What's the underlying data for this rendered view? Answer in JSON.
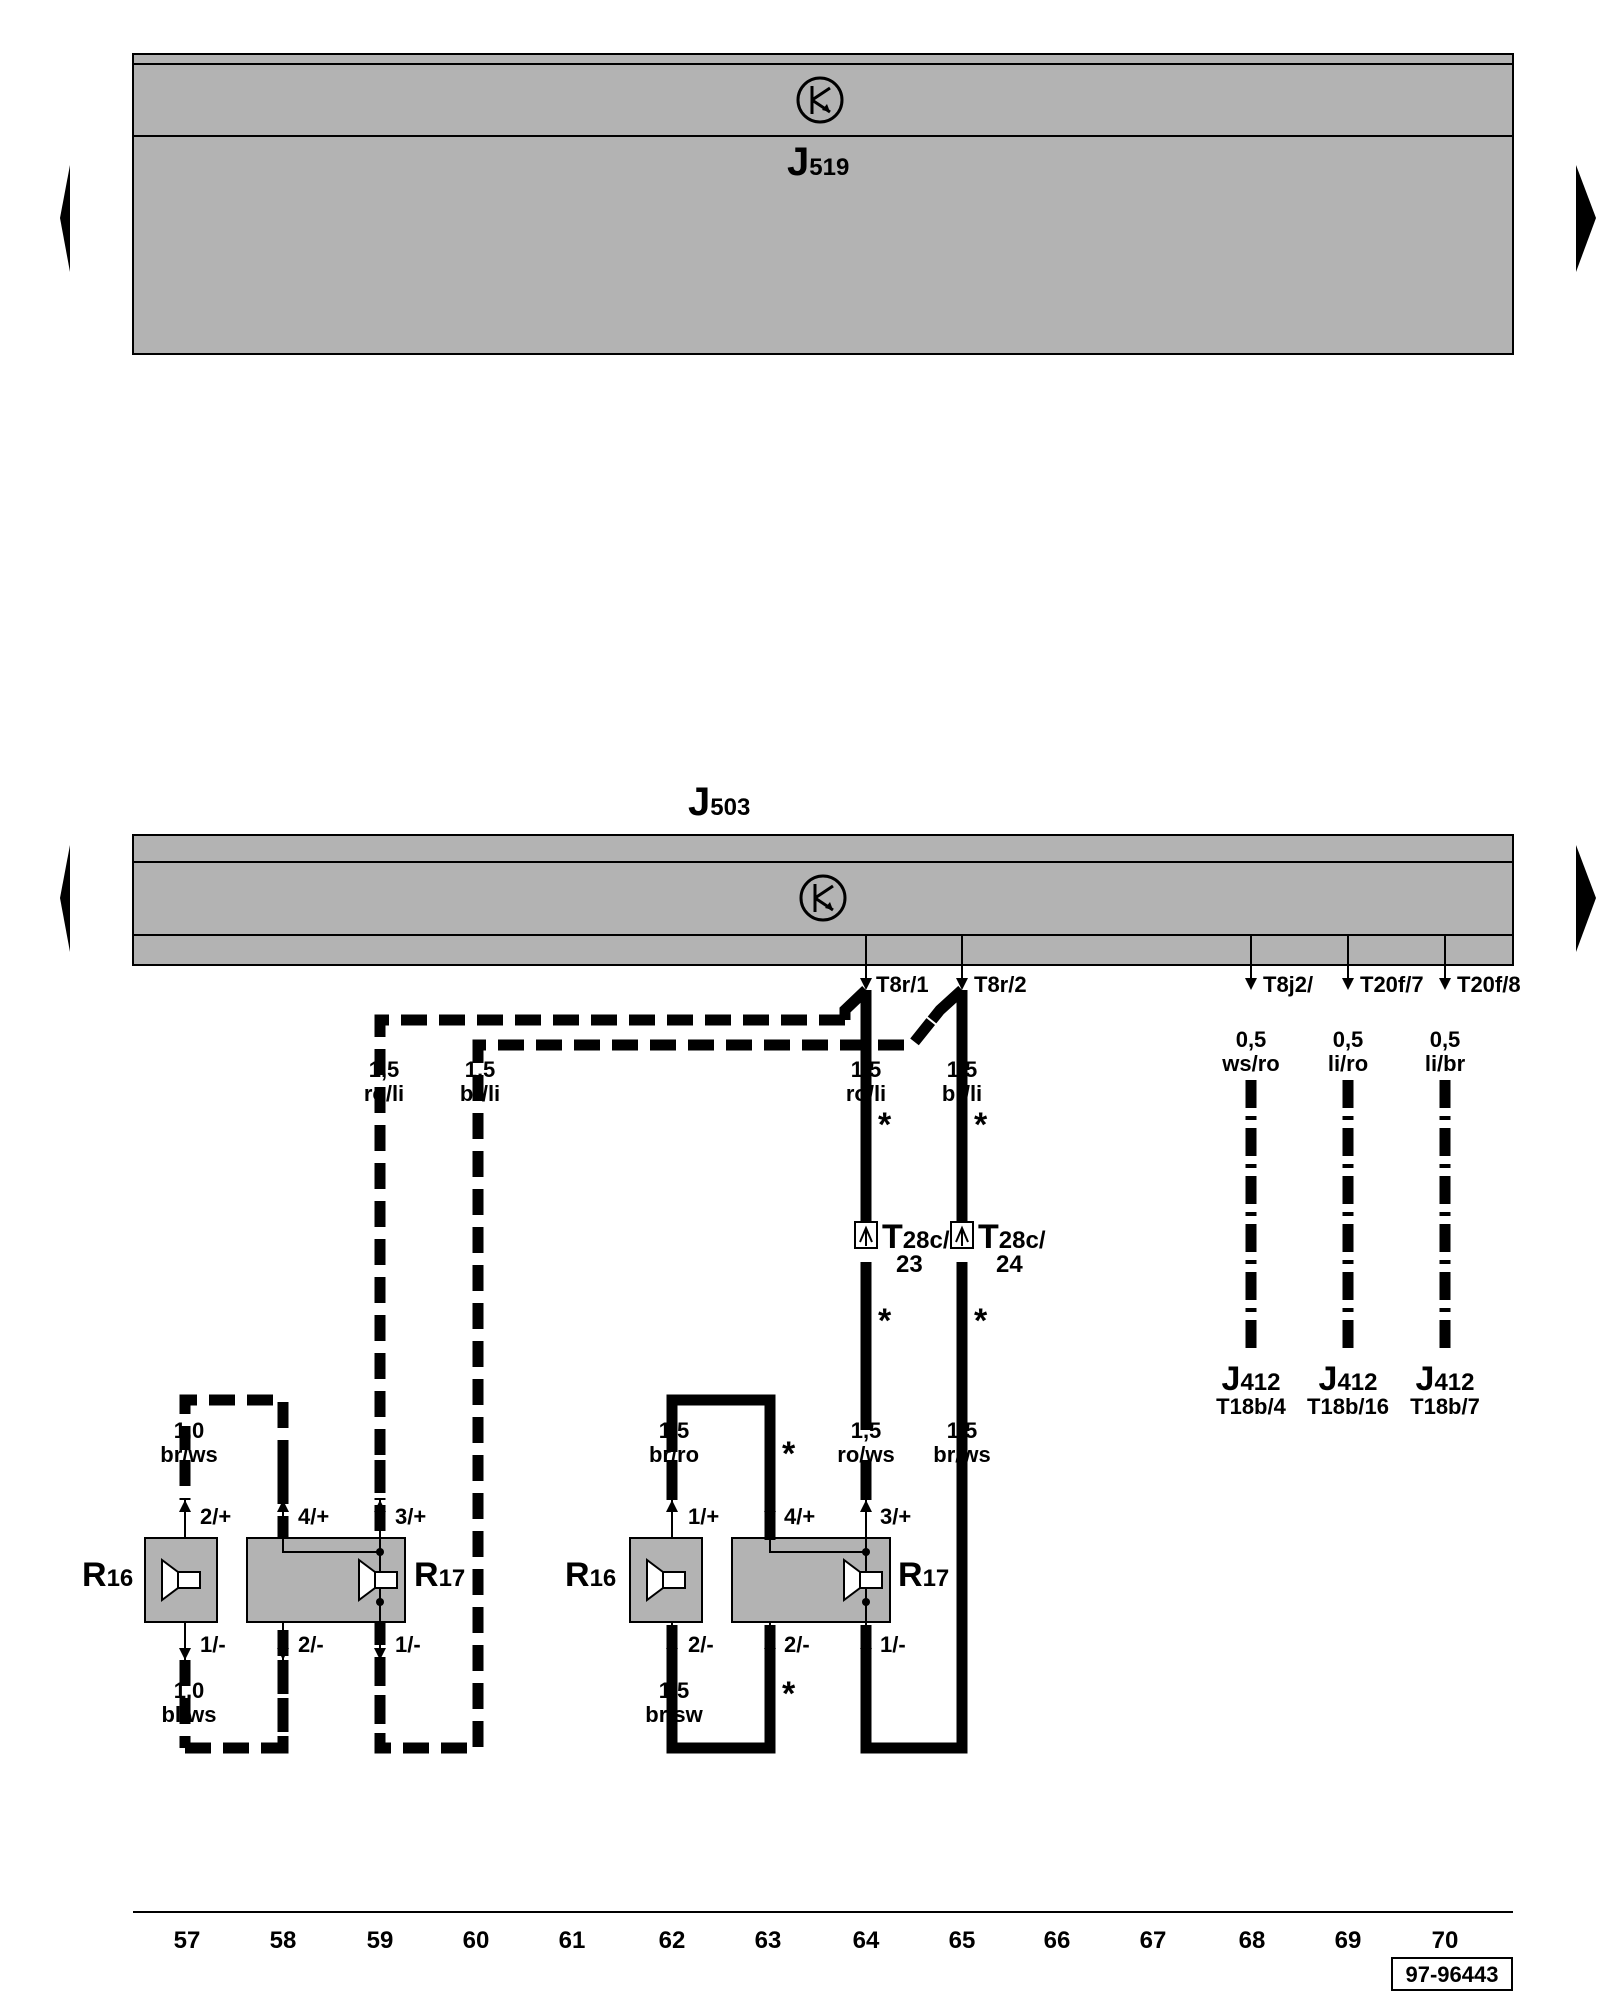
{
  "module_top": {
    "name": "J",
    "sub": "519"
  },
  "module_bottom": {
    "name": "J",
    "sub": "503"
  },
  "pins_top": [
    {
      "label": "T8r/1"
    },
    {
      "label": "T8r/2"
    },
    {
      "label": "T8j2/"
    },
    {
      "label": "T20f/7"
    },
    {
      "label": "T20f/8"
    }
  ],
  "wires": [
    {
      "size": "1,5",
      "color": "ro/li"
    },
    {
      "size": "1,5",
      "color": "br/li"
    },
    {
      "size": "1,5",
      "color": "ro/li"
    },
    {
      "size": "1,5",
      "color": "br/li"
    },
    {
      "size": "0,5",
      "color": "ws/ro"
    },
    {
      "size": "0,5",
      "color": "li/ro"
    },
    {
      "size": "0,5",
      "color": "li/br"
    },
    {
      "size": "1,0",
      "color": "br/ws"
    },
    {
      "size": "1,0",
      "color": "bl/ws"
    },
    {
      "size": "1,5",
      "color": "br/ro"
    },
    {
      "size": "1,5",
      "color": "ro/ws"
    },
    {
      "size": "1,5",
      "color": "br/ws"
    },
    {
      "size": "1,5",
      "color": "br/sw"
    }
  ],
  "connectors": [
    {
      "name": "T",
      "sub": "28c/",
      "pin": "23"
    },
    {
      "name": "T",
      "sub": "28c/",
      "pin": "24"
    }
  ],
  "receivers": [
    {
      "name": "J",
      "sub": "412",
      "pin": "T18b/4"
    },
    {
      "name": "J",
      "sub": "412",
      "pin": "T18b/16"
    },
    {
      "name": "J",
      "sub": "412",
      "pin": "T18b/7"
    }
  ],
  "speaker_labels": {
    "r16": {
      "name": "R",
      "sub": "16"
    },
    "r17": {
      "name": "R",
      "sub": "17"
    }
  },
  "speaker_pins": [
    "2/+",
    "4/+",
    "3/+",
    "1/-",
    "2/-",
    "1/-",
    "1/+",
    "4/+",
    "3/+",
    "2/-",
    "2/-",
    "1/-"
  ],
  "star": "*",
  "columns": [
    "57",
    "58",
    "59",
    "60",
    "61",
    "62",
    "63",
    "64",
    "65",
    "66",
    "67",
    "68",
    "69",
    "70"
  ],
  "doc_ref": "97-96443",
  "colors": {
    "module_fill": "#b3b3b3",
    "speaker_fill": "#b3b3b3",
    "line": "#000000"
  }
}
